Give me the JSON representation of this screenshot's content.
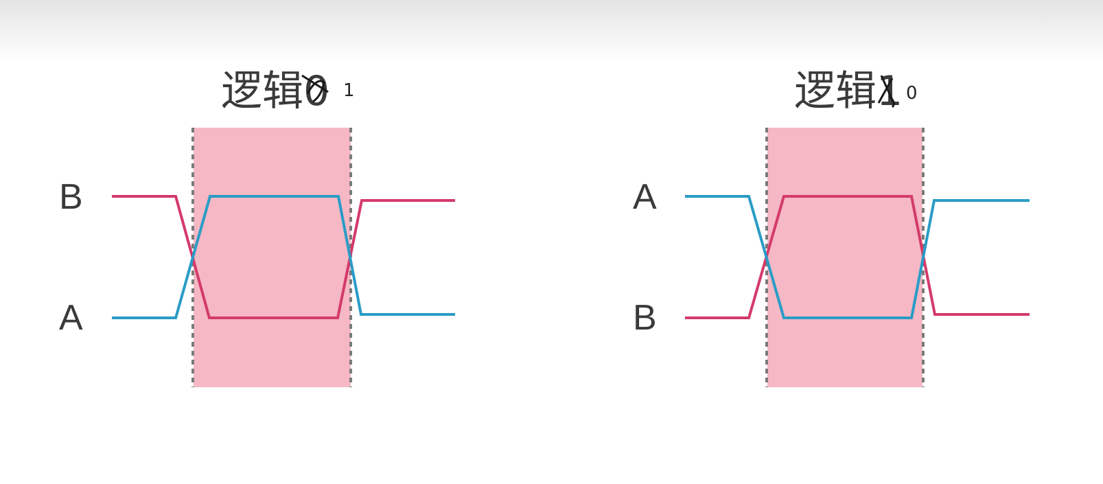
{
  "colors": {
    "top_band": "#ebebeb",
    "background": "#ffffff",
    "highlight": "#f5b8c4",
    "divider": "#7a7a7a",
    "signal_red": "#d43a6a",
    "signal_blue": "#2a9cc6",
    "text": "#3a3a3a",
    "annotation_ink": "#1a1a1a"
  },
  "panels": [
    {
      "title": "逻辑0",
      "annotation": "1",
      "top_signal": {
        "label": "B",
        "color": "#d43a6a"
      },
      "bottom_signal": {
        "label": "A",
        "color": "#2a9cc6"
      },
      "highlight": "red-on-bottom"
    },
    {
      "title": "逻辑1",
      "annotation": "0",
      "top_signal": {
        "label": "A",
        "color": "#2a9cc6"
      },
      "bottom_signal": {
        "label": "B",
        "color": "#d43a6a"
      },
      "highlight": "red-on-top"
    }
  ]
}
